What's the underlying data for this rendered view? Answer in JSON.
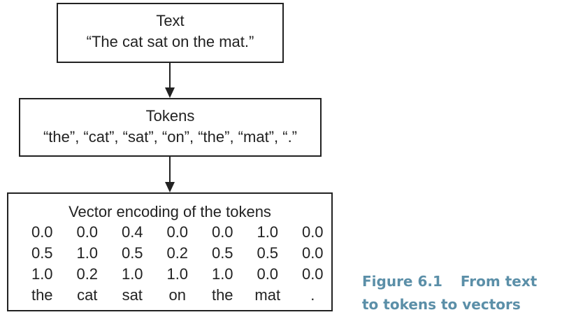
{
  "text_box": {
    "title": "Text",
    "content": "“The cat sat on the mat.”"
  },
  "tokens_box": {
    "title": "Tokens",
    "content": "“the”, “cat”, “sat”, “on”, “the”, “mat”, “.”"
  },
  "vector_box": {
    "title": "Vector encoding of the tokens",
    "rows": [
      [
        "0.0",
        "0.0",
        "0.4",
        "0.0",
        "0.0",
        "1.0",
        "0.0"
      ],
      [
        "0.5",
        "1.0",
        "0.5",
        "0.2",
        "0.5",
        "0.5",
        "0.0"
      ],
      [
        "1.0",
        "0.2",
        "1.0",
        "1.0",
        "1.0",
        "0.0",
        "0.0"
      ]
    ],
    "token_labels": [
      "the",
      "cat",
      "sat",
      "on",
      "the",
      "mat",
      "."
    ]
  },
  "caption": {
    "label": "Figure 6.1",
    "text_line1": "From text",
    "text_line2": "to tokens to vectors"
  },
  "colors": {
    "caption": "#5b8fa8",
    "lines": "#222222"
  }
}
